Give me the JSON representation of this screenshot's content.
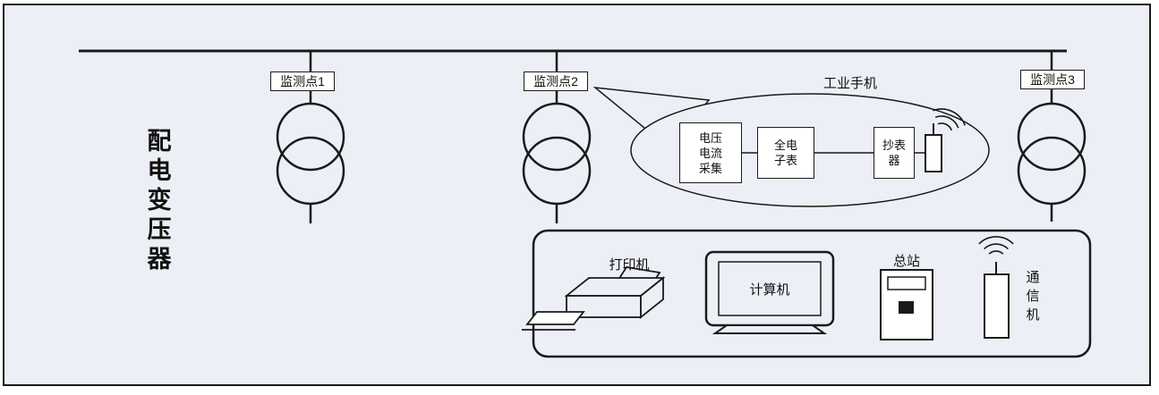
{
  "colors": {
    "background": "#edeff7",
    "line": "#1a1a1a",
    "box_fill": "#ffffff"
  },
  "left_label": "配\n电\n变\n压\n器",
  "monitor_points": [
    {
      "label": "监测点1"
    },
    {
      "label": "监测点2"
    },
    {
      "label": "监测点3"
    }
  ],
  "balloon": {
    "title": "工业手机",
    "acquisition_box": "电压\n电流\n采集",
    "meter_box": "全电\n子表",
    "reader_box": "抄表\n器"
  },
  "station": {
    "printer": "打印机",
    "computer": "计算机",
    "master": "总站",
    "comm": "通\n信\n机"
  }
}
